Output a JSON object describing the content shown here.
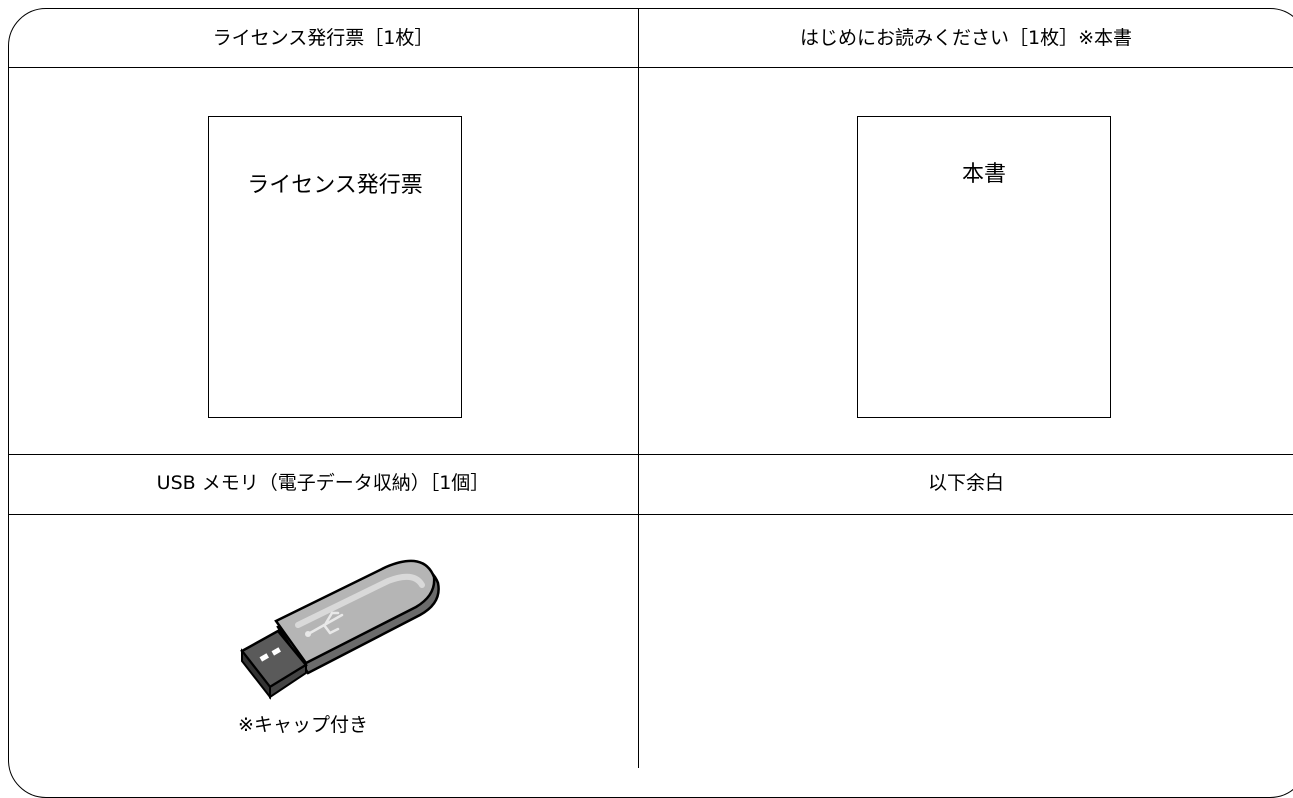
{
  "headers": {
    "left": "ライセンス発行票［1枚］",
    "right": "はじめにお読みください［1枚］※本書"
  },
  "documents": {
    "license_label": "ライセンス発行票",
    "manual_label": "本書"
  },
  "usb_row": {
    "left_heading": "USB メモリ（電子データ収納）［1個］",
    "right_heading": "以下余白",
    "cap_note": "※キャップ付き",
    "icon": "usb-stick-icon"
  }
}
